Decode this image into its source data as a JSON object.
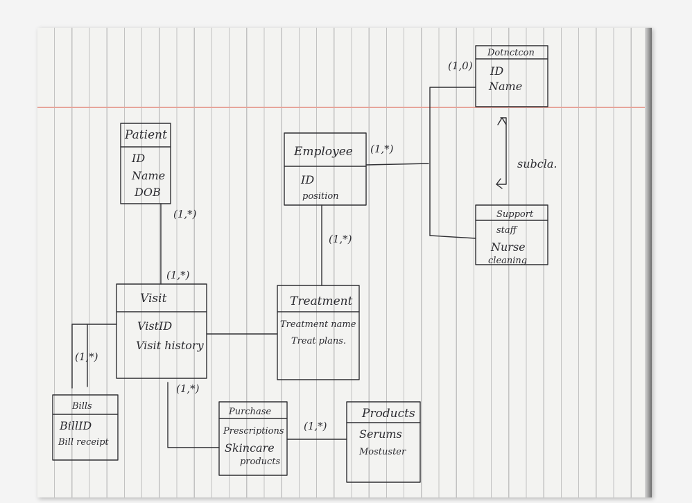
{
  "entities": {
    "patient": {
      "name": "Patient",
      "attributes": [
        "ID",
        "Name",
        "DOB"
      ]
    },
    "employee": {
      "name": "Employee",
      "attributes": [
        "ID",
        "position"
      ]
    },
    "doctor": {
      "name": "Dotnctcon",
      "attributes": [
        "ID",
        "Name"
      ]
    },
    "support": {
      "name": "Support",
      "attributes": [
        "staff",
        "Nurse",
        "cleaning"
      ]
    },
    "visit": {
      "name": "Visit",
      "attributes": [
        "VistID",
        "Visit history"
      ]
    },
    "treatment": {
      "name": "Treatment",
      "attributes": [
        "Treatment name",
        "Treat plans."
      ]
    },
    "bills": {
      "name": "Bills",
      "attributes": [
        "BillID",
        "Bill receipt"
      ]
    },
    "purchase": {
      "name": "Purchase",
      "attributes": [
        "Prescriptions",
        "Skincare",
        "products"
      ]
    },
    "products": {
      "name": "Products",
      "attributes": [
        "Serums",
        "Mostuster"
      ]
    }
  },
  "multiplicities": {
    "doctor": "(1,0)",
    "employee": "(1,*)",
    "patient": "(1,*)",
    "visit_top": "(1,*)",
    "employee_treatment": "(1,*)",
    "bills": "(1,*)",
    "visit_purchase": "(1,*)",
    "purchase_products": "(1,*)"
  },
  "labels": {
    "subclass": "subcla."
  }
}
